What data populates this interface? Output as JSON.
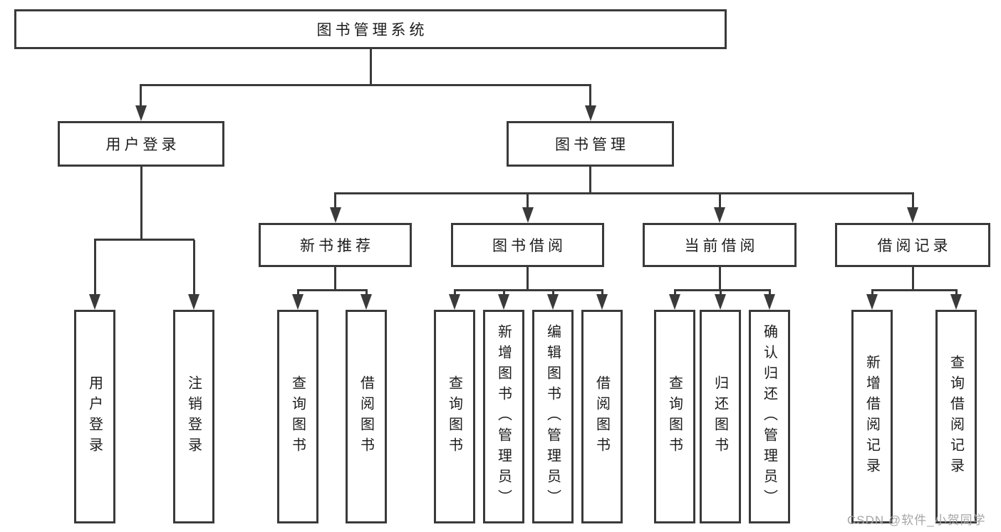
{
  "tree": {
    "root": "图书管理系统",
    "branches": [
      {
        "label": "用户登录",
        "children": [
          "用户登录",
          "注销登录"
        ]
      },
      {
        "label": "图书管理",
        "groups": [
          {
            "label": "新书推荐",
            "children": [
              "查询图书",
              "借阅图书"
            ]
          },
          {
            "label": "图书借阅",
            "children": [
              "查询图书",
              "新增图书（管理员）",
              "编辑图书（管理员）",
              "借阅图书"
            ]
          },
          {
            "label": "当前借阅",
            "children": [
              "查询图书",
              "归还图书",
              "确认归还（管理员）"
            ]
          },
          {
            "label": "借阅记录",
            "children": [
              "新增借阅记录",
              "查询借阅记录"
            ]
          }
        ]
      }
    ]
  },
  "watermark": "CSDN @软件_小贺同学",
  "colors": {
    "line": "#3a3a3a",
    "text": "#1c1c1c",
    "watermark": "#a6a6a6",
    "background": "#ffffff"
  }
}
